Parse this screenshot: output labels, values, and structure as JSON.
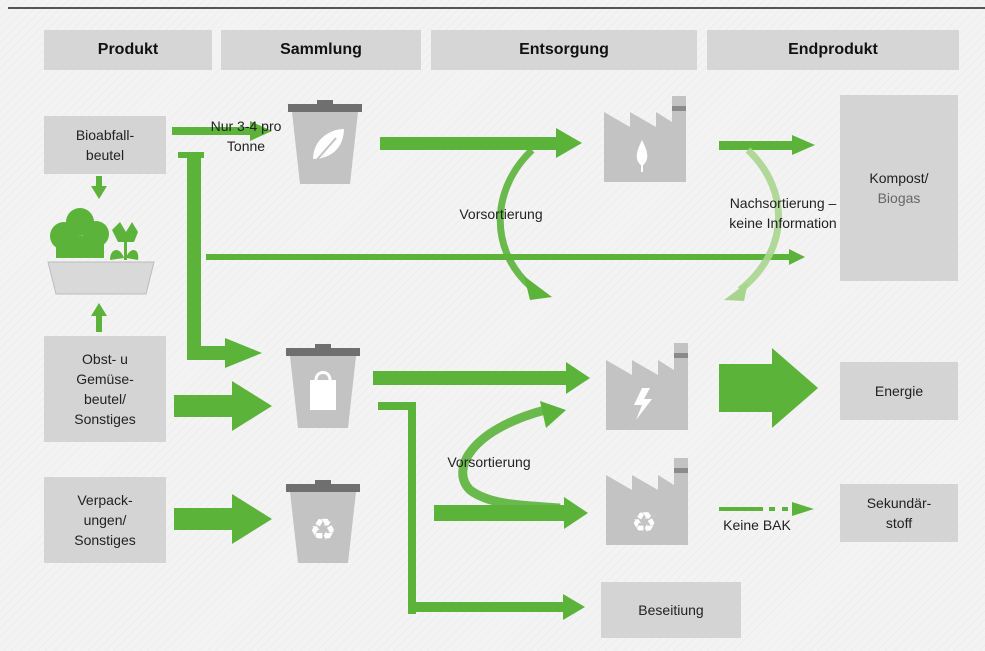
{
  "headers": {
    "produkt": "Produkt",
    "sammlung": "Sammlung",
    "entsorgung": "Entsorgung",
    "endprodukt": "Endprodukt"
  },
  "boxes": {
    "bioabfall": "Bioabfall-\nbeutel",
    "obst": "Obst- u\nGemüse-\nbeutel/\nSonstiges",
    "verpack": "Verpack-\nungen/\nSonstiges",
    "kompost": "Kompost/",
    "biogas": "Biogas",
    "energie": "Energie",
    "sekundaer": "Sekundär-\nstoff",
    "beseitigung": "Beseitiung"
  },
  "labels": {
    "nur": "Nur 3-4 pro\nTonne",
    "vorsortierung_top": "Vorsortierung",
    "nachsortierung": "Nachsortierung –\nkeine Information",
    "vorsortierung_bottom": "Vorsortierung",
    "keine_bak": "Keine BAK"
  },
  "icons": {
    "bin_bio": "leaf-bin-icon",
    "bin_rest": "bag-bin-icon",
    "bin_recycle": "recycle-bin-icon",
    "plant_bio": "compost-plant-icon",
    "plant_energy": "energy-plant-icon",
    "plant_recycle": "recycling-plant-icon",
    "planter": "garden-planter-icon"
  },
  "colors": {
    "green": "#5bb33a",
    "box_gray": "#d4d4d4",
    "icon_gray": "#c3c3c3"
  }
}
